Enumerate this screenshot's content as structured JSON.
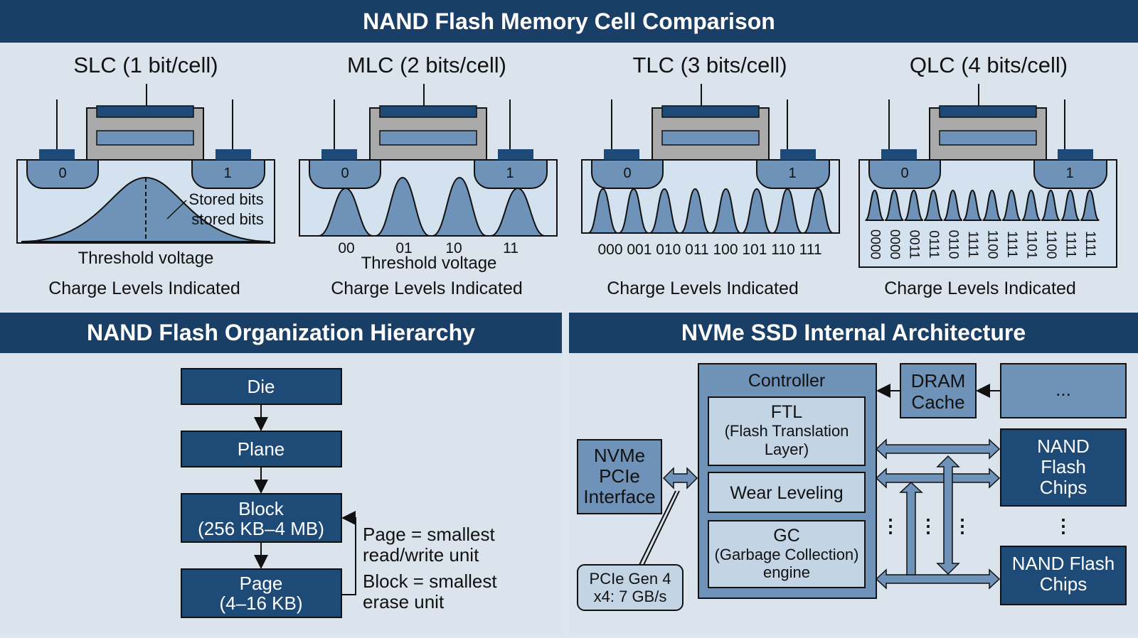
{
  "top": {
    "title": "NAND Flash Memory Cell Comparison",
    "cells": [
      {
        "title": "SLC (1 bit/cell)",
        "src_label": "0",
        "drain_label": "1",
        "annotation_1": "Stored bits",
        "annotation_2": "stored bits",
        "axis_label": "Threshold voltage",
        "footer": "Charge Levels Indicated"
      },
      {
        "title": "MLC (2 bits/cell)",
        "src_label": "0",
        "drain_label": "1",
        "states": [
          "00",
          "01",
          "10",
          "11"
        ],
        "axis_label": "Threshold voltage",
        "footer": "Charge Levels Indicated"
      },
      {
        "title": "TLC (3 bits/cell)",
        "src_label": "0",
        "drain_label": "1",
        "states": [
          "000",
          "001",
          "010",
          "011",
          "100",
          "101",
          "110",
          "111"
        ],
        "footer": "Charge Levels Indicated"
      },
      {
        "title": "QLC (4 bits/cell)",
        "src_label": "0",
        "drain_label": "1",
        "states": [
          "0000",
          "0000",
          "0011",
          "0111",
          "0110",
          "1111",
          "1100",
          "1111",
          "1101",
          "1100",
          "1111",
          "1111"
        ],
        "footer": "Charge Levels Indicated"
      }
    ]
  },
  "hierarchy": {
    "title": "NAND Flash Organization Hierarchy",
    "die": "Die",
    "plane": "Plane",
    "block_line1": "Block",
    "block_line2": "(256 KB–4 MB)",
    "page_line1": "Page",
    "page_line2": "(4–16 KB)",
    "note_page_1": "Page = smallest",
    "note_page_2": "read/write unit",
    "note_block_1": "Block = smallest",
    "note_block_2": "erase unit"
  },
  "nvme": {
    "title": "NVMe SSD Internal Architecture",
    "controller": "Controller",
    "ftl_line1": "FTL",
    "ftl_line2": "(Flash Translation",
    "ftl_line3": "Layer)",
    "wear": "Wear Leveling",
    "gc_line1": "GC",
    "gc_line2": "(Garbage Collection)",
    "gc_line3": "engine",
    "dram_line1": "DRAM",
    "dram_line2": "Cache",
    "more": "...",
    "iface_line1": "NVMe",
    "iface_line2": "PCIe",
    "iface_line3": "Interface",
    "pcie_line1": "PCIe Gen 4",
    "pcie_line2": "x4: 7 GB/s",
    "chips1_line1": "NAND",
    "chips1_line2": "Flash",
    "chips1_line3": "Chips",
    "chips2_line1": "NAND Flash",
    "chips2_line2": "Chips"
  },
  "colors": {
    "band": "#1a3f66",
    "navy": "#1e4a78",
    "mid": "#6f93b8",
    "light": "#c3d4e4",
    "panel": "#dbe4ec"
  }
}
